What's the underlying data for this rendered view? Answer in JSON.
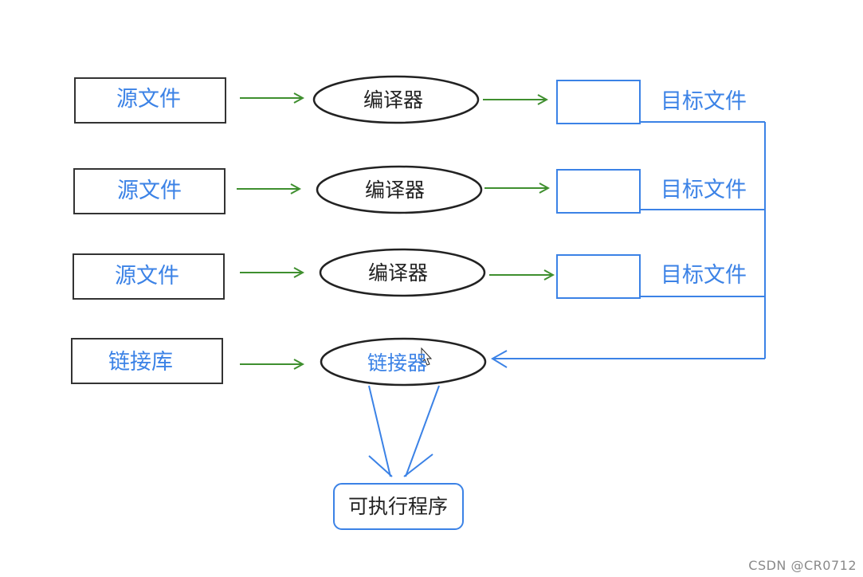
{
  "colors": {
    "source_box_stroke": "#333333",
    "label_blue": "#3b82e6",
    "compile_arrow": "#3f8f2f",
    "link_lines": "#3b82e6",
    "ellipse_stroke": "#222222"
  },
  "rows": [
    {
      "source": "源文件",
      "compiler": "编译器",
      "object": "目标文件"
    },
    {
      "source": "源文件",
      "compiler": "编译器",
      "object": "目标文件"
    },
    {
      "source": "源文件",
      "compiler": "编译器",
      "object": "目标文件"
    }
  ],
  "library": {
    "label": "链接库"
  },
  "linker": {
    "label": "链接器"
  },
  "output": {
    "label": "可执行程序"
  },
  "watermark": "CSDN @CR0712"
}
